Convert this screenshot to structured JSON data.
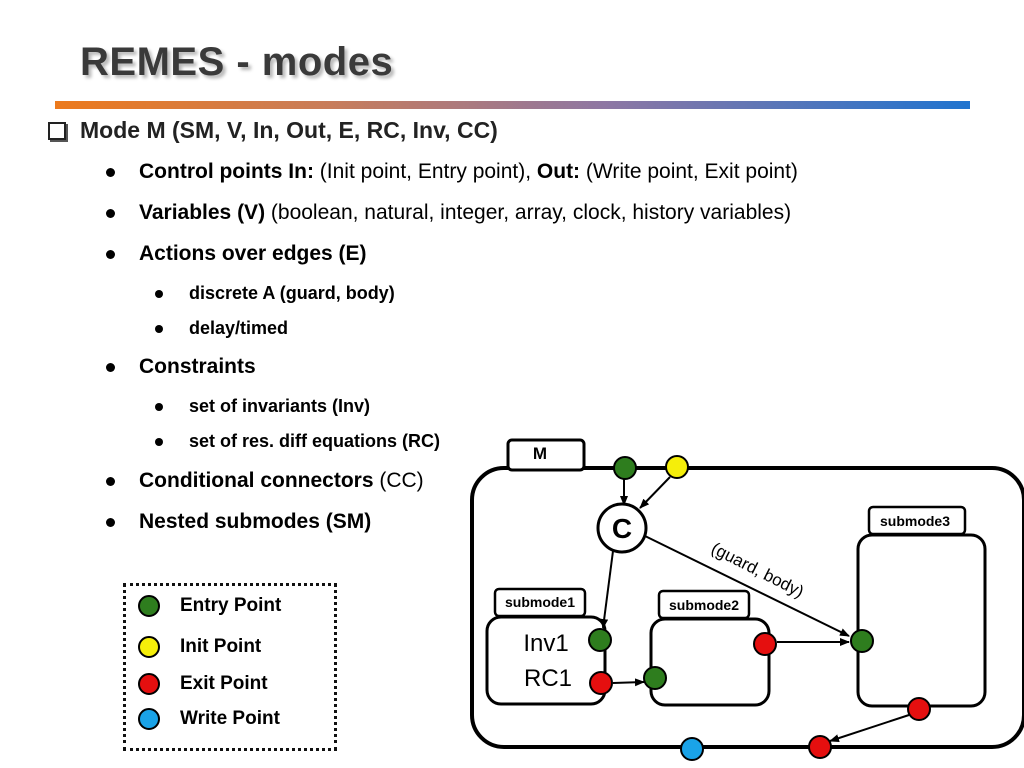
{
  "title": "REMES - modes",
  "mode_line": "Mode M  (SM, V, In, Out, E, RC, Inv, CC)",
  "items": {
    "control_points_label": "Control points In:",
    "control_points_in": " (Init point, Entry point), ",
    "control_points_out_label": "Out:",
    "control_points_out": " (Write point, Exit point)",
    "variables_label": "Variables (V)",
    "variables_text": " (boolean, natural, integer, array, clock, history variables)",
    "actions_label": "Actions over edges (E)",
    "actions_sub1": "discrete A (guard, body)",
    "actions_sub2": "delay/timed",
    "constraints_label": "Constraints",
    "constraints_sub1": "set of invariants (Inv)",
    "constraints_sub2": "set of res. diff equations (RC)",
    "conditional_label": "Conditional connectors",
    "conditional_text": " (CC)",
    "nested_label": "Nested submodes (SM)"
  },
  "legend": {
    "entry": "Entry Point",
    "init": "Init  Point",
    "exit": "Exit  Point",
    "write": "Write Point"
  },
  "diagram": {
    "mode_label": "M",
    "connector_label": "C",
    "edge_label": "(guard, body)",
    "submode1": "submode1",
    "submode1_inv": "Inv1",
    "submode1_rc": "RC1",
    "submode2": "submode2",
    "submode3": "submode3"
  },
  "colors": {
    "entry": "#2e7d1e",
    "init": "#f5ee0a",
    "exit": "#e50f0f",
    "write": "#1aa3e8",
    "title_bar_start": "#ec7a1c",
    "title_bar_end": "#1f74cf"
  }
}
